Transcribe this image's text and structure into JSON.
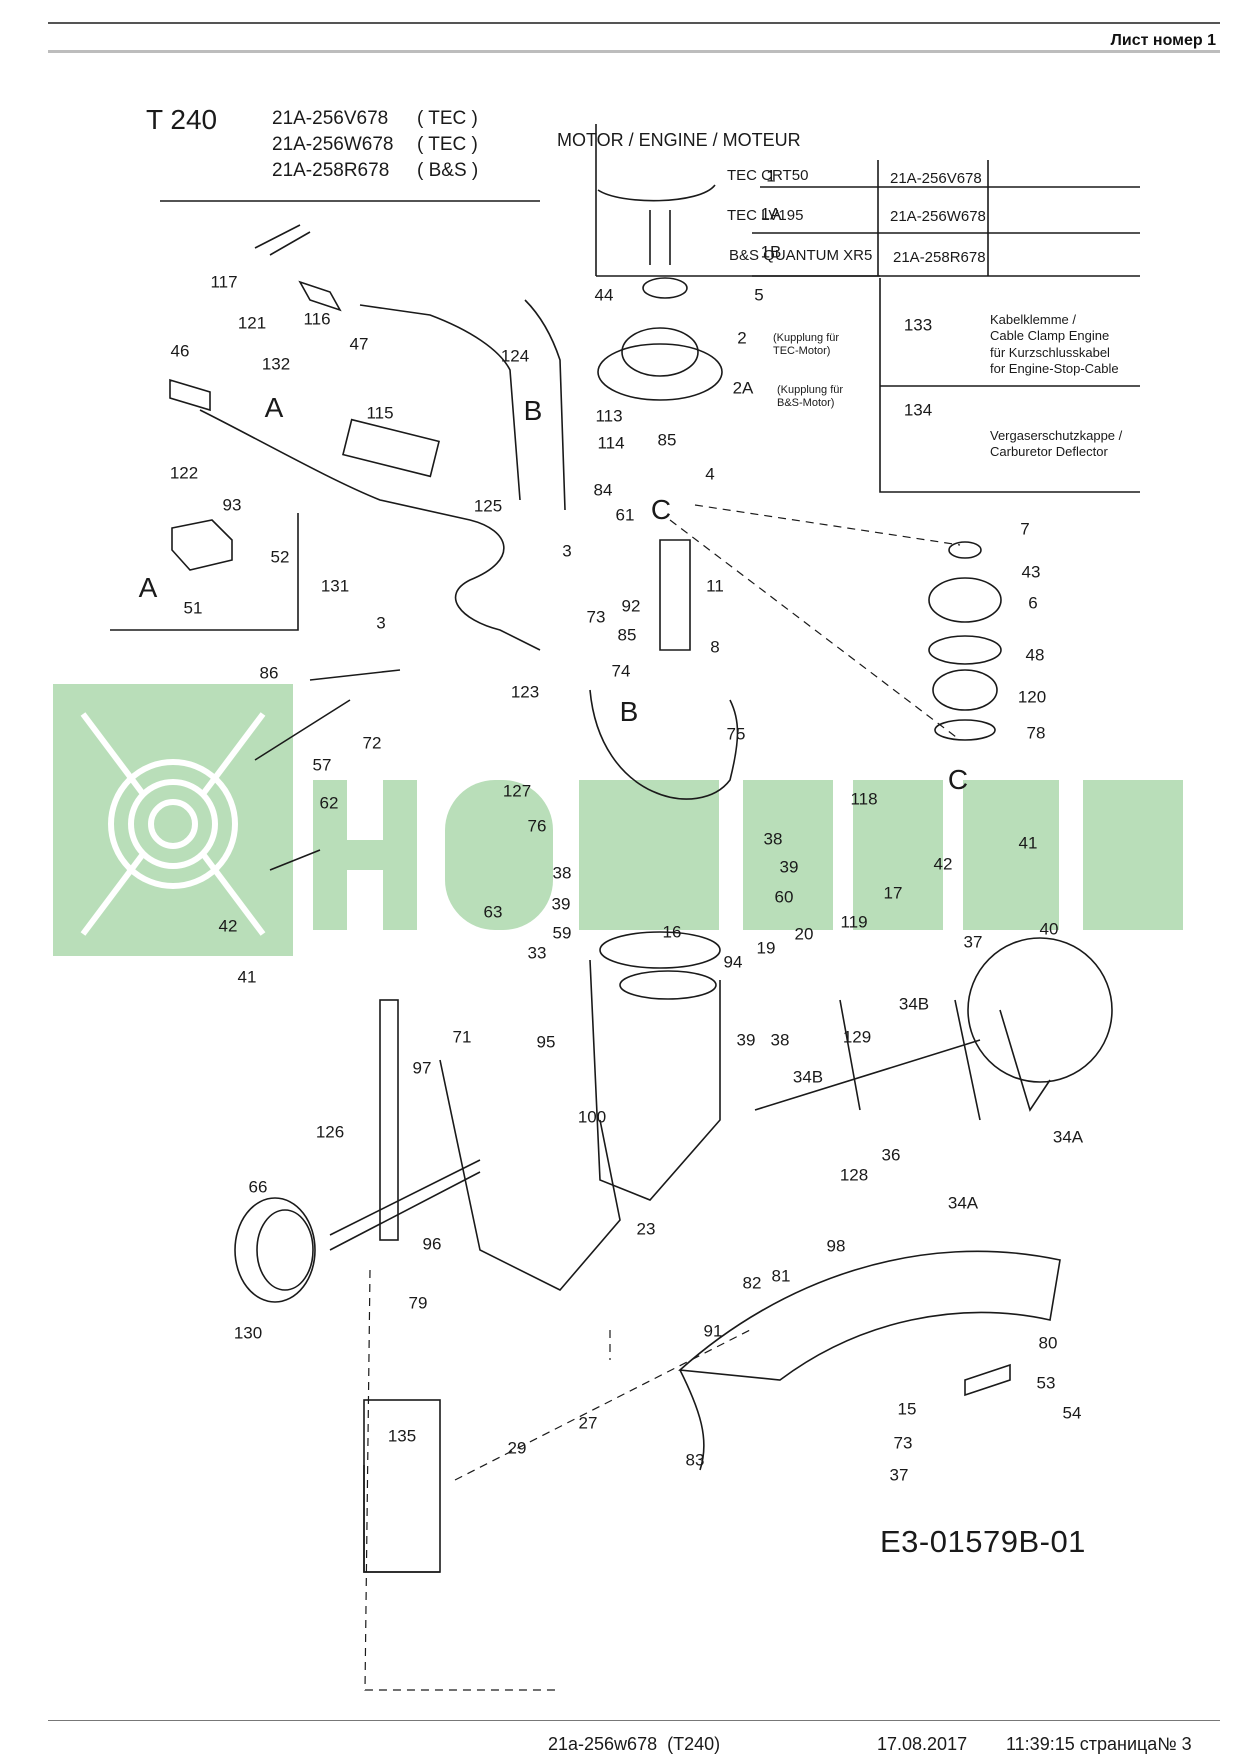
{
  "header": {
    "sheet_label": "Лист номер 1",
    "model": "T 240",
    "variants": [
      {
        "code": "21A-256V678",
        "engine": "( TEC )"
      },
      {
        "code": "21A-256W678",
        "engine": "( TEC )"
      },
      {
        "code": "21A-258R678",
        "engine": "( B&S )"
      }
    ]
  },
  "engine_table": {
    "title": "MOTOR / ENGINE / MOTEUR",
    "rows": [
      {
        "ref": "1",
        "engine": "TEC CRT50",
        "code": "21A-256V678"
      },
      {
        "ref": "1A",
        "engine": "TEC LV195",
        "code": "21A-256W678"
      },
      {
        "ref": "1B",
        "engine": "B&S QUANTUM XR5",
        "code": "21A-258R678"
      }
    ]
  },
  "legend": [
    {
      "ref": "133",
      "text": "Kabelklemme /\nCable Clamp Engine\nfür Kurzschlusskabel\nfor Engine-Stop-Cable"
    },
    {
      "ref": "134",
      "text": "Vergaserschutzkappe /\nCarburetor Deflector"
    }
  ],
  "coupling_notes": {
    "tec": "(Kupplung für\nTEC-Motor)",
    "bs": "(Kupplung für\nB&S-Motor)"
  },
  "section_markers": [
    "A",
    "B",
    "C"
  ],
  "callouts": [
    "117",
    "121",
    "116",
    "47",
    "46",
    "132",
    "124",
    "115",
    "122",
    "93",
    "52",
    "51",
    "131",
    "125",
    "84",
    "3",
    "61",
    "73",
    "92",
    "85",
    "11",
    "8",
    "74",
    "86",
    "72",
    "123",
    "57",
    "62",
    "127",
    "75",
    "76",
    "38",
    "39",
    "59",
    "33",
    "60",
    "17",
    "16",
    "19",
    "20",
    "118",
    "42",
    "41",
    "37",
    "40",
    "63",
    "71",
    "94",
    "119",
    "34B",
    "95",
    "97",
    "129",
    "126",
    "100",
    "128",
    "36",
    "34A",
    "66",
    "96",
    "79",
    "23",
    "98",
    "130",
    "82",
    "81",
    "91",
    "80",
    "53",
    "54",
    "15",
    "73",
    "37",
    "27",
    "29",
    "83",
    "135",
    "44",
    "5",
    "2",
    "2A",
    "113",
    "114",
    "4",
    "7",
    "43",
    "6",
    "48",
    "120",
    "78",
    "1",
    "1A",
    "1B",
    "133",
    "134",
    "C",
    "A",
    "B"
  ],
  "diagram_code": "E3-01579B-01",
  "footer": {
    "model_ref": "21a-256w678  (T240)",
    "date": "17.08.2017",
    "time_page": "11:39:15 страница№ 3"
  }
}
